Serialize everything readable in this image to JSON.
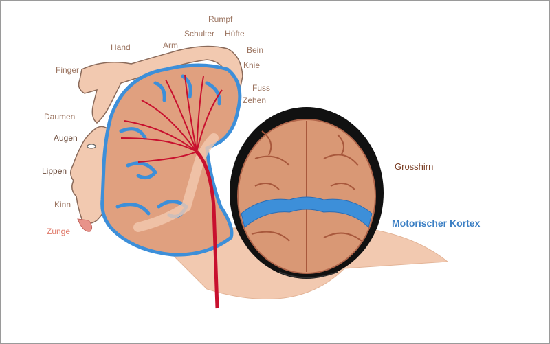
{
  "labels": {
    "rumpf": "Rumpf",
    "schulter": "Schulter",
    "huefte": "Hüfte",
    "hand": "Hand",
    "arm": "Arm",
    "bein": "Bein",
    "finger": "Finger",
    "knie": "Knie",
    "fuss": "Fuss",
    "zehen": "Zehen",
    "daumen": "Daumen",
    "augen": "Augen",
    "lippen": "Lippen",
    "kinn": "Kinn",
    "zunge": "Zunge",
    "grosshirn": "Grosshirn",
    "motorischer_kortex": "Motorischer Kortex"
  },
  "colors": {
    "skin": "#f2c9b0",
    "brain": "#d99875",
    "brain_outline": "#b0654a",
    "cortex_blue": "#3d8fd9",
    "motor_red": "#c8102e",
    "hair": "#111111",
    "label_tan": "#9b7460",
    "label_accent": "#3b7fc4"
  }
}
